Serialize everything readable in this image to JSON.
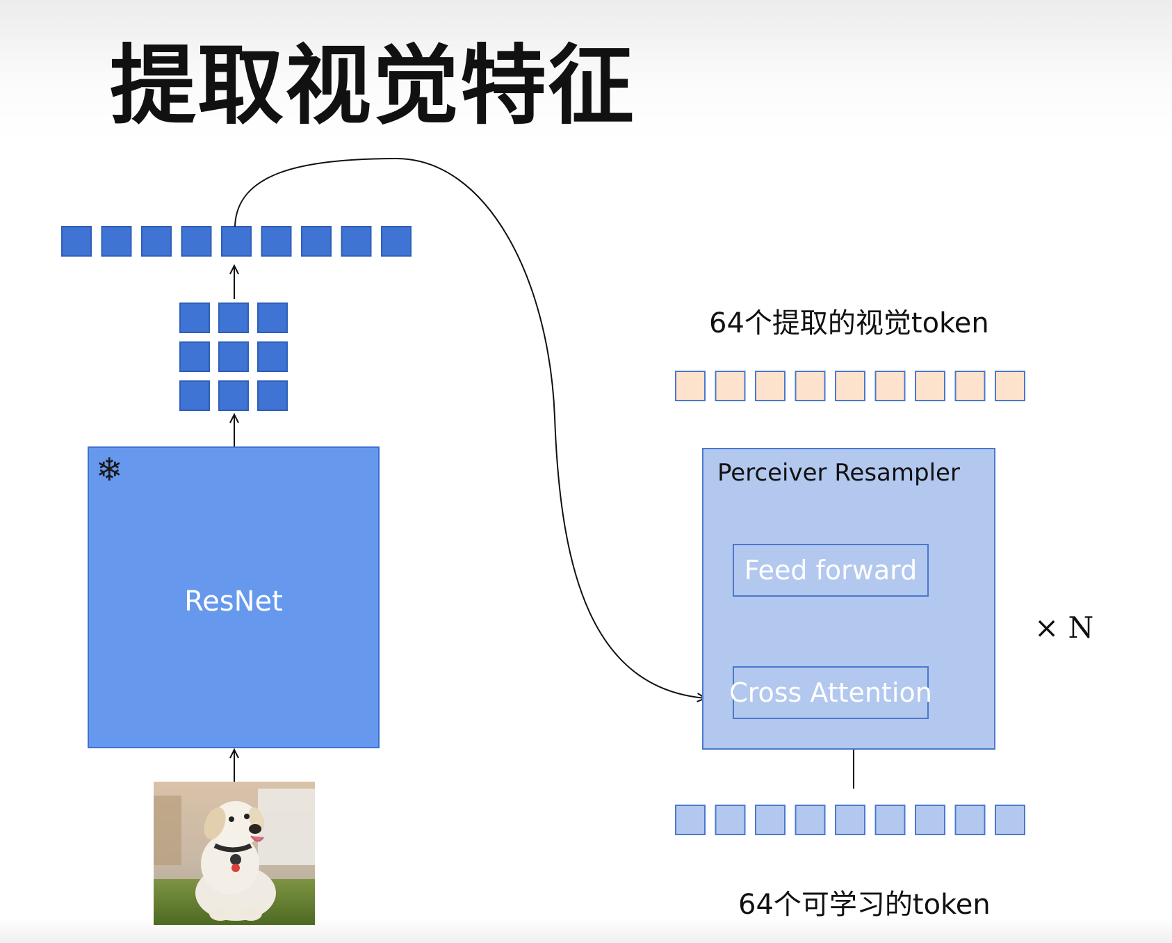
{
  "title": "提取视觉特征",
  "resnet": {
    "label": "ResNet",
    "frozen_icon": "snowflake-icon",
    "frozen_glyph": "❄",
    "color": "#6699ee"
  },
  "input_image": {
    "subject": "puppy-photo"
  },
  "perceiver": {
    "label": "Perceiver Resampler",
    "feed_forward_label": "Feed forward",
    "cross_attention_label": "Cross Attention",
    "repeat_label": "× N",
    "color": "#b3c8ef"
  },
  "tokens": {
    "extracted_label": "64个提取的视觉token",
    "learnable_label": "64个可学习的token",
    "extracted_color": "#fde3cd",
    "learnable_color": "#b3c8ef",
    "feature_color": "#3f74d4",
    "row_count": 9,
    "grid_rows": 3,
    "grid_cols": 3
  }
}
